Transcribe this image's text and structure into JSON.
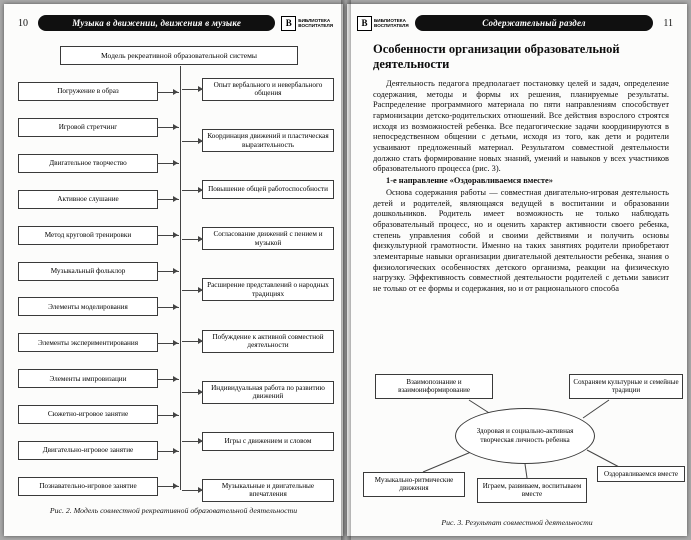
{
  "logo": {
    "letter": "В",
    "line1": "БИБЛИОТЕКА",
    "line2": "ВОСПИТАТЕЛЯ"
  },
  "left_page": {
    "page_number": "10",
    "header_title": "Музыка в движении, движения в музыке",
    "diagram": {
      "title": "Модель рекреативной образовательной системы",
      "left_items": [
        "Погружение в образ",
        "Игровой стретчинг",
        "Двигательное творчество",
        "Активное слушание",
        "Метод круговой тренировки",
        "Музыкальный фольклор",
        "Элементы моделирования",
        "Элементы экспериментирования",
        "Элементы импровизации",
        "Сюжетно-игровое занятие",
        "Двигательно-игровое занятие",
        "Познавательно-игровое занятие"
      ],
      "right_items": [
        "Опыт вербального и невербального общения",
        "Координация движений и пластическая выразительность",
        "Повышение общей работоспособности",
        "Согласование движений с пением и музыкой",
        "Расширение представлений о народных традициях",
        "Побуждение к активной совместной деятельности",
        "Индивидуальная работа по развитию движений",
        "Игры с движением и словом",
        "Музыкальные и двигательные впечатления"
      ],
      "caption": "Рис. 2. Модель совместной рекреативной образовательной деятельности"
    }
  },
  "right_page": {
    "page_number": "11",
    "header_title": "Содержательный раздел",
    "heading": "Особенности организации образовательной деятельности",
    "paragraph1": "Деятельность педагога предполагает постановку целей и задач, определение содержания, методы и формы их решения, планируемые результаты. Распределение программного материала по пяти направлениям способствует гармонизации детско-родительских отношений. Все действия взрослого строятся исходя из возможностей ребенка. Все педагогические задачи координируются в непосредственном общении с детьми, исходя из того, как дети и родители усваивают предложенный материал. Результатом совместной деятельности должно стать формирование новых знаний, умений и навыков у всех участников образовательного процесса (рис. 3).",
    "subheading": "1-е направление «Оздоравливаемся вместе»",
    "paragraph2": "Основа содержания работы — совместная двигательно-игровая деятельность детей и родителей, являющаяся ведущей в воспитании и образовании дошкольников. Родитель имеет возможность не только наблюдать образовательный процесс, но и оценить характер активности своего ребенка, степень управления собой и своими действиями и получить основы физкультурной грамотности. Именно на таких занятиях родители приобретают элементарные навыки организации двигательной деятельности ребенка, знания о физиологических особенностях детского организма, реакции на физическую нагрузку. Эффективность совместной деятельности родителей с детьми зависит не только от ее формы и содержания, но и от рационального способа",
    "diagram": {
      "center": "Здоровая и социально-активная творческая личность ребенка",
      "top_left": "Взаимопознание и взаимоинформирование",
      "top_right": "Сохраняем культурные и семейные традиции",
      "bottom_left": "Музыкально-ритмические движения",
      "bottom_center": "Играем, развиваем, воспитываем вместе",
      "right_box": "Оздоравливаемся вместе",
      "caption": "Рис. 3. Результат совместной деятельности"
    }
  }
}
